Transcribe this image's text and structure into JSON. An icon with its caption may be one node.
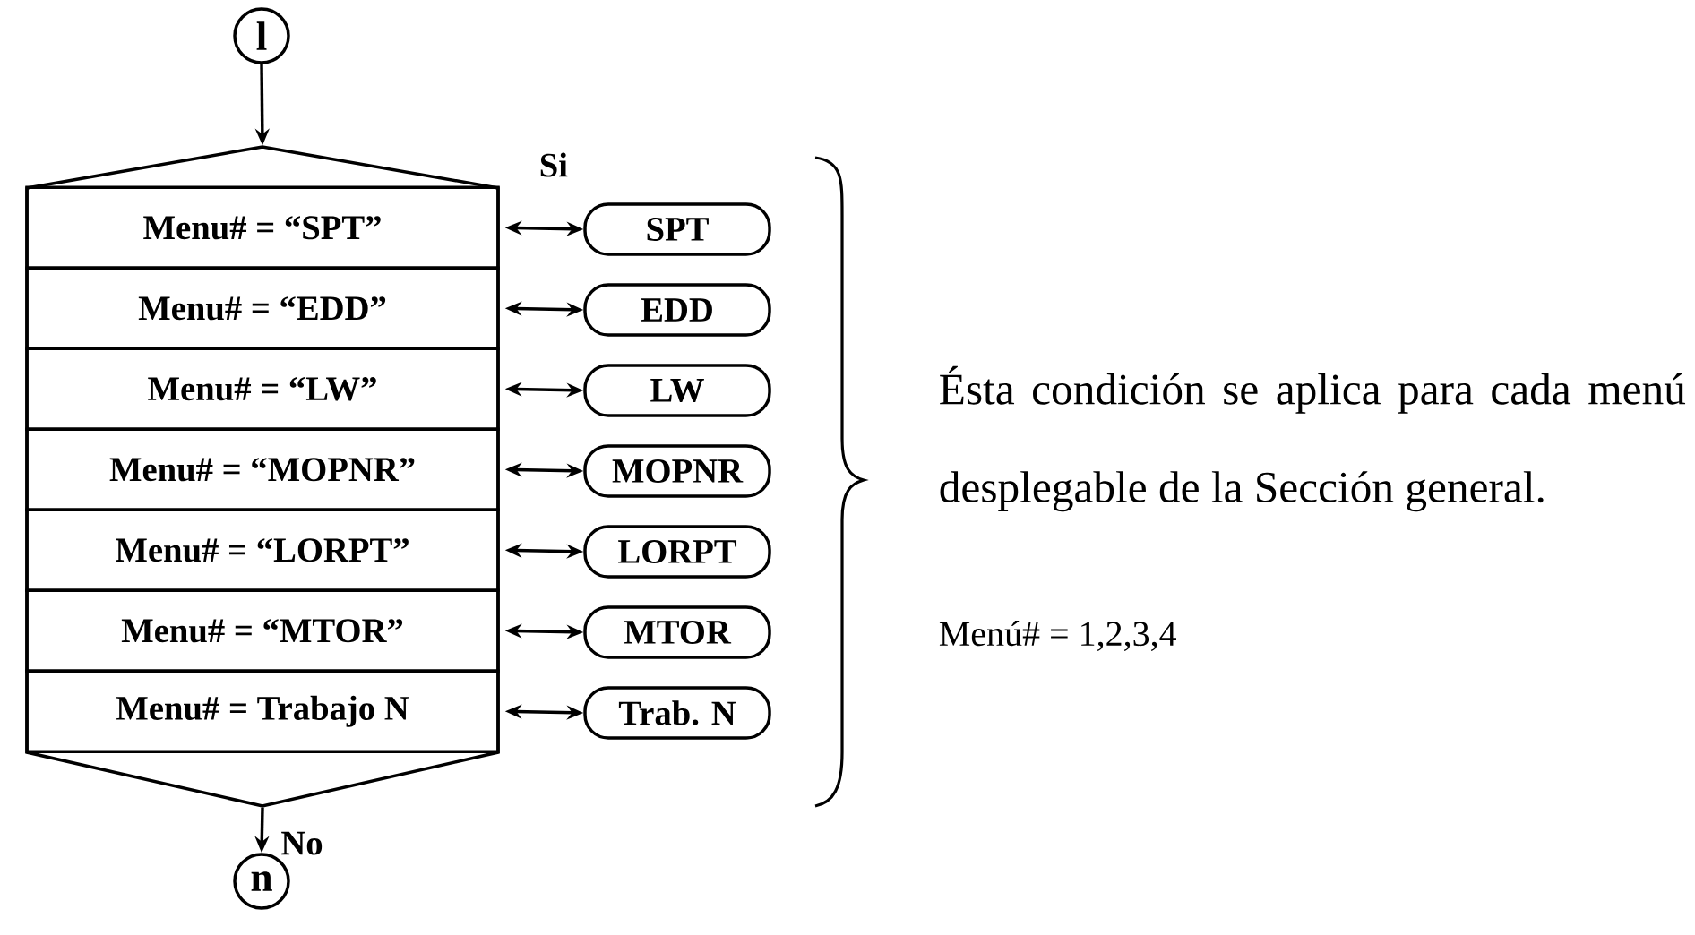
{
  "diagram": {
    "nodes": [
      {
        "text": [
          "l"
        ]
      },
      {
        "text": [],
        "shape": "box"
      },
      {
        "text": [
          "Menu# = “SPT”"
        ],
        "in": 1
      },
      {
        "text": [
          "Menu# = “EDD”"
        ],
        "in": 1
      },
      {
        "text": [
          "Menu# = “LW”"
        ],
        "in": 1
      },
      {
        "text": [
          "Menu# = “MOPNR”"
        ],
        "in": 1
      },
      {
        "text": [
          "Menu# = “LORPT”"
        ],
        "in": 1
      },
      {
        "text": [
          "Menu# = “MTOR”"
        ],
        "in": 1
      },
      {
        "text": [
          "Menu# = Trabajo N"
        ],
        "in": 1
      },
      {
        "text": [
          "SPT"
        ]
      },
      {
        "text": [
          "EDD"
        ]
      },
      {
        "text": [
          "LW"
        ]
      },
      {
        "text": [
          "MOPNR"
        ]
      },
      {
        "text": [
          "LORPT"
        ]
      },
      {
        "text": [
          "MTOR"
        ]
      },
      {
        "text": [
          "Trab. N"
        ]
      },
      {
        "text": [
          "n"
        ]
      }
    ],
    "edges": [
      {
        "from": 0,
        "to": 1,
        "arrow": "to"
      },
      {
        "from": 2,
        "to": 9,
        "arrow": "both"
      },
      {
        "from": 3,
        "to": 10,
        "arrow": "both"
      },
      {
        "from": 4,
        "to": 11,
        "arrow": "both"
      },
      {
        "from": 5,
        "to": 12,
        "arrow": "both"
      },
      {
        "from": 6,
        "to": 13,
        "arrow": "both"
      },
      {
        "from": 7,
        "to": 14,
        "arrow": "both"
      },
      {
        "from": 8,
        "to": 15,
        "arrow": "both"
      },
      {
        "from": 1,
        "to": 16,
        "arrow": "to",
        "label": "No"
      }
    ],
    "labels": [
      "Si",
      "Ésta condición se aplica para cada menú desplegable de la Sección general.",
      "Menú# = 1,2,3,4"
    ]
  }
}
